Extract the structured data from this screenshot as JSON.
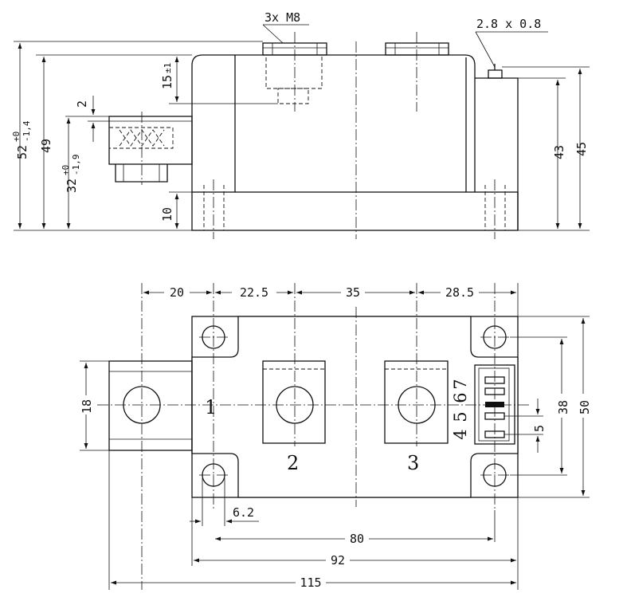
{
  "side_view": {
    "callouts": {
      "bolts": "3x M8",
      "tab": "2.8 x 0.8"
    },
    "dims": {
      "overall_height": "52",
      "overall_height_upper": "+0",
      "overall_height_lower": "-1,4",
      "body_height": "49",
      "tab_height": "32",
      "tab_height_upper": "+0",
      "tab_height_lower": "-1,9",
      "nut_depth": "15",
      "nut_depth_tol": "±1",
      "tab_thickness": "2",
      "base_height": "10",
      "right_inner": "43",
      "right_outer": "45"
    }
  },
  "top_view": {
    "dims": {
      "pitch_1": "20",
      "pitch_2": "22.5",
      "pitch_3": "35",
      "pitch_4": "28.5",
      "tab_width": "18",
      "hole_spacing": "38",
      "body_width": "50",
      "pin_spacing": "5",
      "hole_offset": "6.2",
      "mount_pitch": "80",
      "base_length": "92",
      "overall_length": "115"
    },
    "terminals": {
      "t1": "1",
      "t2": "2",
      "t3": "3"
    },
    "pin_labels": {
      "p4": "4",
      "p5": "5",
      "p6": "6",
      "p7": "7"
    }
  }
}
